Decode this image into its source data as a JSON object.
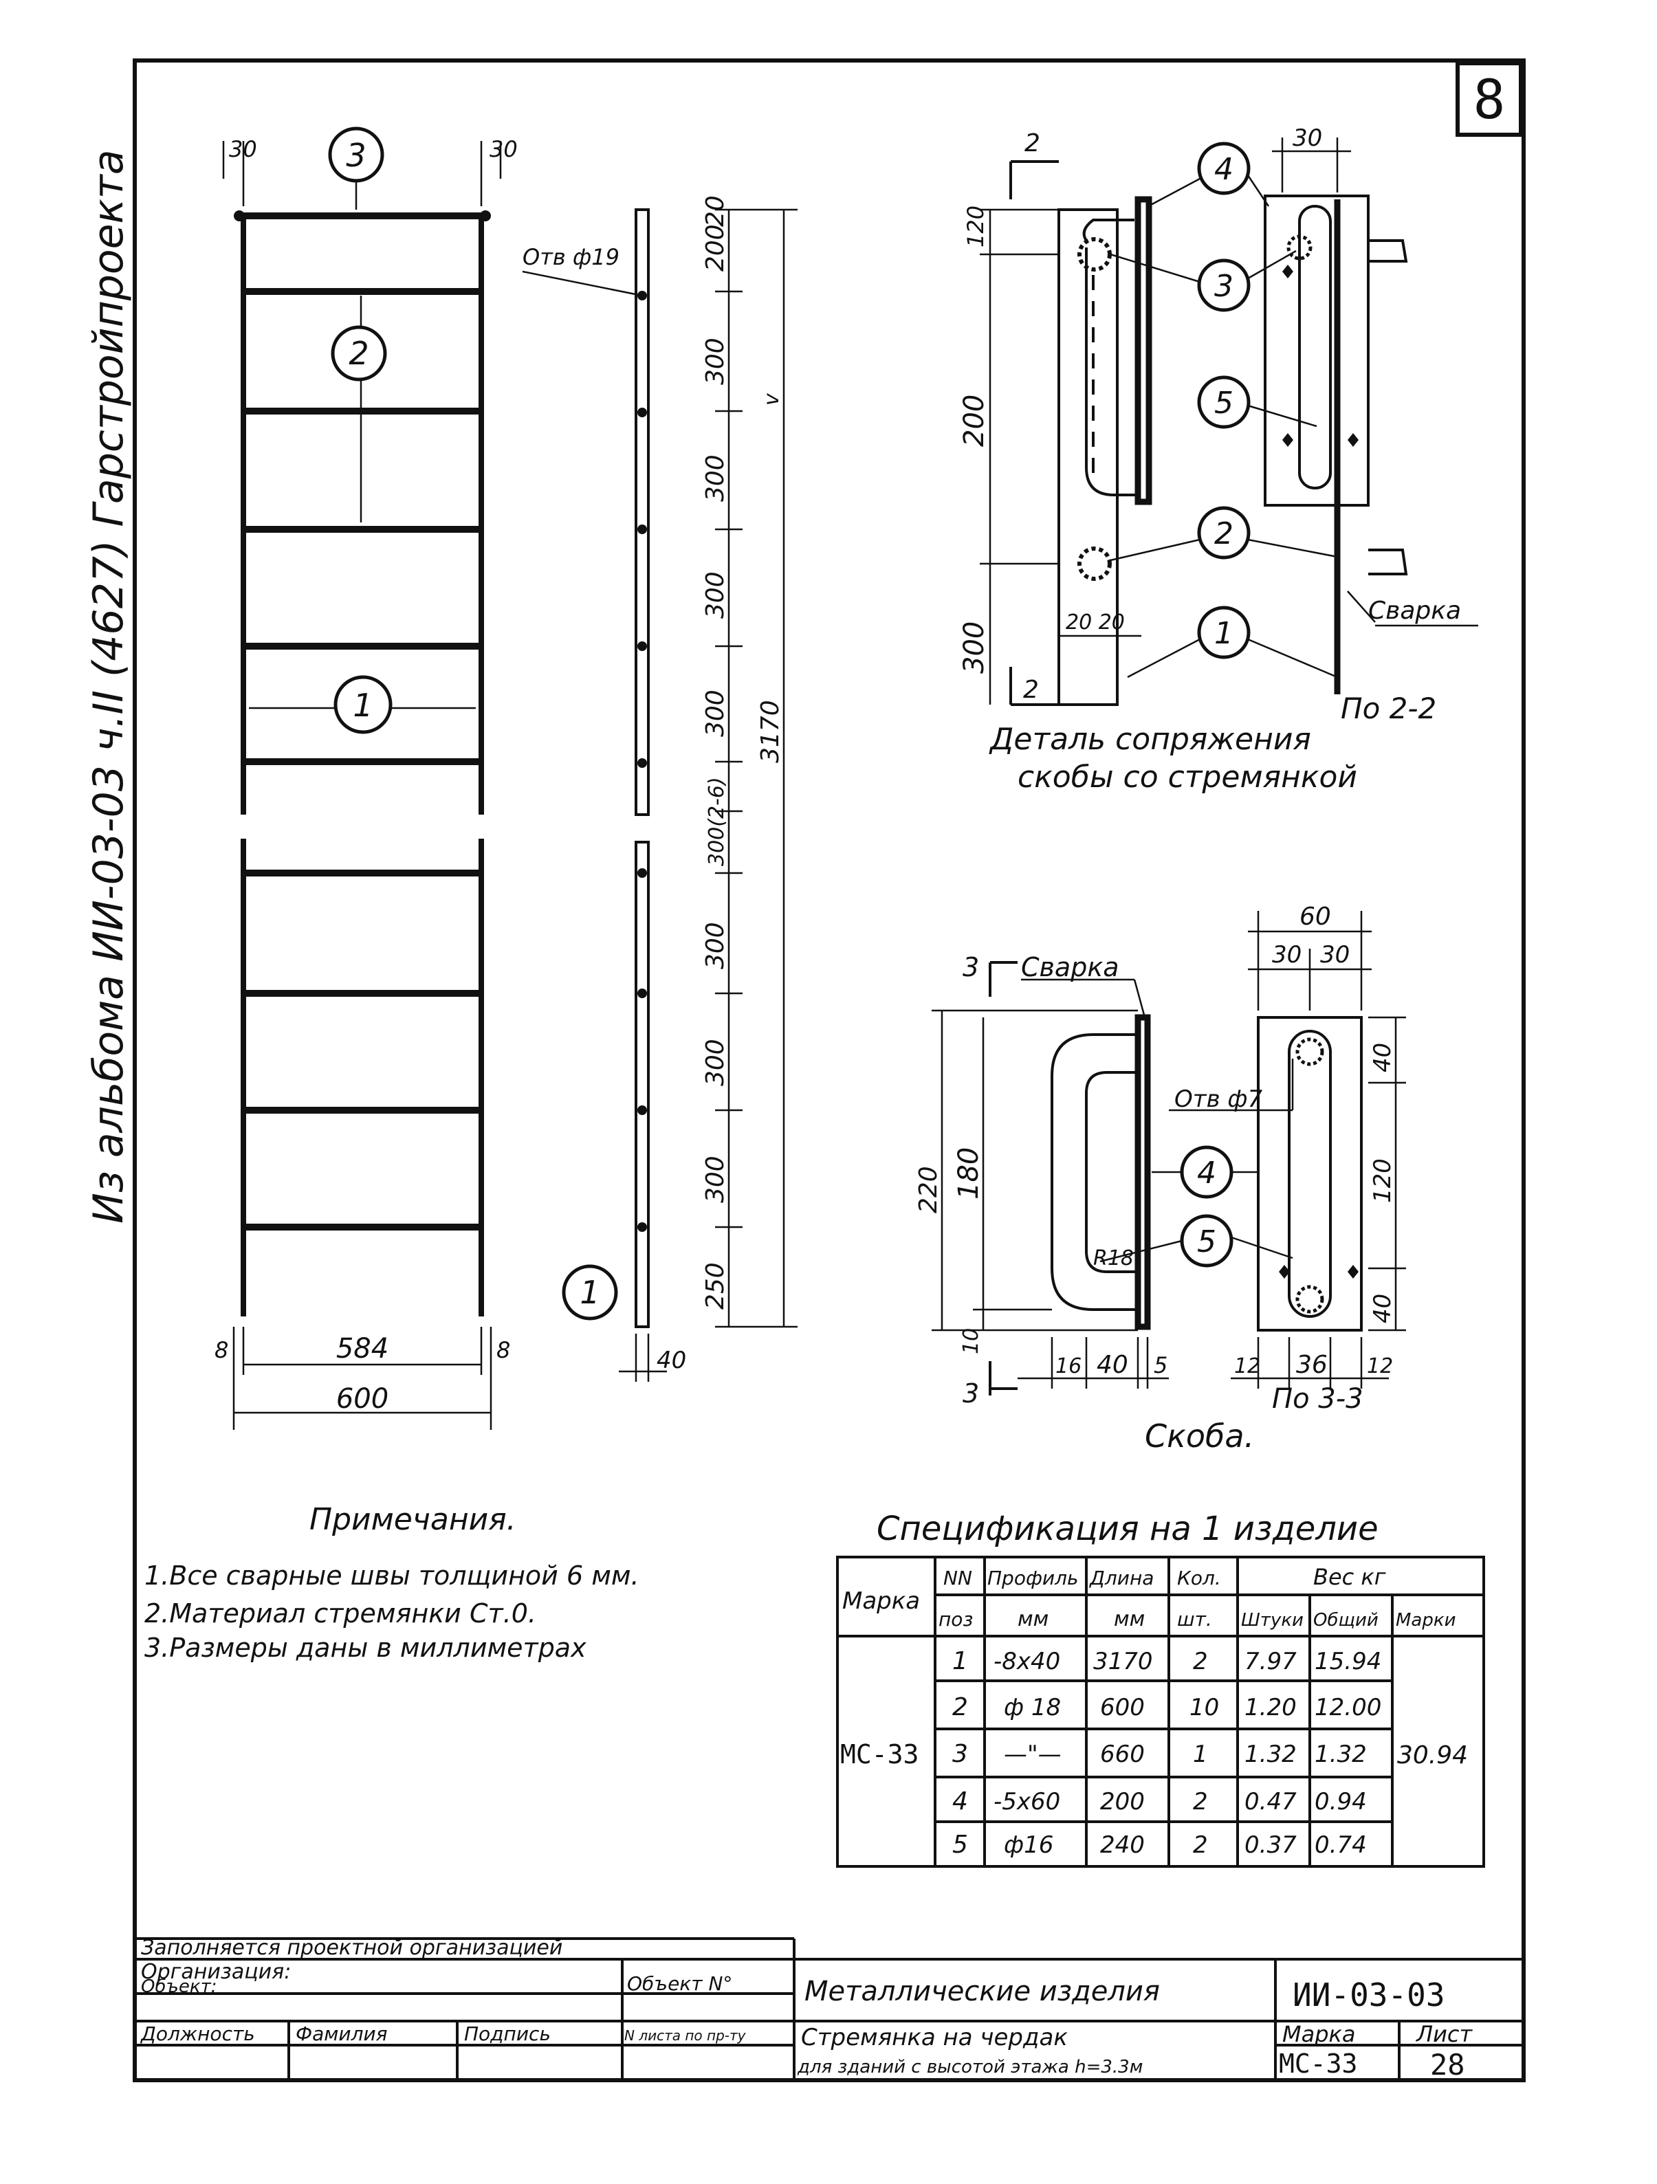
{
  "sheet": {
    "number": "8",
    "side_source": "Из альбома ИИ-03-03 ч.II (4627) Гарстройпроекта"
  },
  "ladder_front": {
    "pos3": "3",
    "pos2": "2",
    "pos1": "1",
    "dim_top_left": "30",
    "dim_top_right": "30",
    "dim_bottom_left": "8",
    "dim_bottom_right": "8",
    "dim_inner": "584",
    "dim_outer": "600"
  },
  "ladder_side": {
    "hole_label": "Отв ф19",
    "pos": "1",
    "dims": [
      "20",
      "200",
      "300",
      "300",
      "300",
      "300",
      "300(2-6)",
      "300",
      "300",
      "300",
      "250"
    ],
    "dim_total": "3170",
    "dim_bottom": "40",
    "dim_mark": "v"
  },
  "detail_joint": {
    "section_mark": "2",
    "dim_top": "30",
    "dim_left_top": "120",
    "dim_left_mid": "200",
    "dim_left_bottom": "300",
    "dim_bottom": "20 20",
    "pos4": "4",
    "pos3": "3",
    "pos5": "5",
    "pos2": "2",
    "pos1": "1",
    "weld_label": "Сварка",
    "section_label": "По 2-2",
    "caption_line1": "Деталь   сопряжения",
    "caption_line2": "скобы со стремянкой"
  },
  "detail_bracket": {
    "section_mark": "3",
    "weld_label": "Сварка",
    "hole_label": "Отв ф7",
    "radius_label": "R18",
    "dim_total": "220",
    "dim_inner": "180",
    "dim_bottom_left": "10",
    "dim_b1": "16",
    "dim_b2": "40",
    "dim_b3": "5",
    "dim_top": "60",
    "dim_top_a": "30",
    "dim_top_b": "30",
    "dim_right_top": "40",
    "dim_right_mid": "120",
    "dim_right_bottom": "40",
    "dim_p1": "12",
    "dim_p2": "36",
    "dim_p3": "12",
    "section_label": "По 3-3",
    "pos4": "4",
    "pos5": "5",
    "caption": "Скоба."
  },
  "notes": {
    "title": "Примечания.",
    "items": [
      "1.Все сварные швы толщиной  6 мм.",
      "2.Материал стремянки Ст.0.",
      "3.Размеры даны в миллиметрах"
    ]
  },
  "spec": {
    "title": "Спецификация на 1 изделие",
    "col_mark": "Марка",
    "col_pos_top": "NN",
    "col_pos_bot": "поз",
    "col_profile_top": "Профиль",
    "col_profile_bot": "мм",
    "col_length_top": "Длина",
    "col_length_bot": "мм",
    "col_qty_top": "Кол.",
    "col_qty_bot": "шт.",
    "col_weight": "Вес   кг",
    "col_w_piece": "Штуки",
    "col_w_total": "Общий",
    "col_w_mark": "Марки",
    "mark": "МС-33",
    "mark_weight": "30.94",
    "rows": [
      {
        "pos": "1",
        "profile": "-8x40",
        "length": "3170",
        "qty": "2",
        "w_piece": "7.97",
        "w_total": "15.94"
      },
      {
        "pos": "2",
        "profile": "ф 18",
        "length": "600",
        "qty": "10",
        "w_piece": "1.20",
        "w_total": "12.00"
      },
      {
        "pos": "3",
        "profile": "—\"—",
        "length": "660",
        "qty": "1",
        "w_piece": "1.32",
        "w_total": "1.32"
      },
      {
        "pos": "4",
        "profile": "-5x60",
        "length": "200",
        "qty": "2",
        "w_piece": "0.47",
        "w_total": "0.94"
      },
      {
        "pos": "5",
        "profile": "ф16",
        "length": "240",
        "qty": "2",
        "w_piece": "0.37",
        "w_total": "0.74"
      }
    ]
  },
  "title_block": {
    "fill_note": "Заполняется проектной организацией",
    "org_label": "Организация:",
    "object_label": "Объект:",
    "object_no_label": "Объект N°",
    "position_label": "Должность",
    "surname_label": "Фамилия",
    "signature_label": "Подпись",
    "sheet_no_label": "N листа по пр-ту",
    "title": "Металлические изделия",
    "album_code": "ИИ-03-03",
    "desc_line1": "Стремянка         на         чердак",
    "desc_line2": "для зданий с высотой этажа h=3.3м",
    "mark_label": "Марка",
    "sheet_label": "Лист",
    "mark_value": "МС-33",
    "sheet_value": "28"
  }
}
